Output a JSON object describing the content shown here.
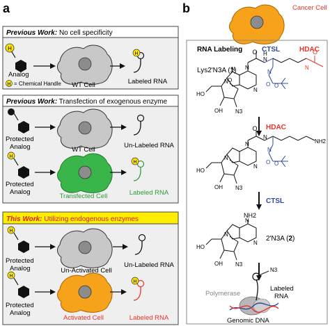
{
  "panel_a": {
    "letter": "a",
    "box1": {
      "heading_bold": "Previous Work:",
      "heading_rest": " No cell specificity",
      "analog_label": "Analog",
      "handle_legend_letter": "H",
      "handle_legend_text": "= Chemical Handle",
      "cell_label": "WT Cell",
      "rna_label": "Labeled RNA"
    },
    "box2": {
      "heading_bold": "Previous Work:",
      "heading_rest": " Transfection of exogenous enzyme",
      "row1_analog_line1": "Protected",
      "row1_analog_line2": "Analog",
      "row1_cell_label": "WT Cell",
      "row1_rna_label": "Un-Labeled RNA",
      "row2_analog_line1": "Protected",
      "row2_analog_line2": "Analog",
      "row2_cell_label": "Transfected Cell",
      "row2_rna_label": "Labeled RNA"
    },
    "box3": {
      "heading_bold": "This Work:",
      "heading_rest": " Utilizing endogenous enzymes",
      "row1_analog_line1": "Protected",
      "row1_analog_line2": "Analog",
      "row1_cell_label": "Un-Activated Cell",
      "row1_rna_label": "Un-Labeled RNA",
      "row2_analog_line1": "Protected",
      "row2_analog_line2": "Analog",
      "row2_cell_label": "Activated Cell",
      "row2_rna_label": "Labeled RNA"
    },
    "handle_letter": "H"
  },
  "panel_b": {
    "letter": "b",
    "cancer_cell_label": "Cancer Cell",
    "rna_labeling_title": "RNA Labeling",
    "ctsl_label": "CTSL",
    "hdac_label": "HDAC",
    "compound1_name": "Lys2'N3A (",
    "compound1_num": "1",
    "compound1_close": ")",
    "step1_enzyme": "HDAC",
    "step2_enzyme": "CTSL",
    "compound2_name": "2'N3A (",
    "compound2_num": "2",
    "compound2_close": ")",
    "nh2_label": "NH2",
    "polymerase_label": "Polymerase",
    "genomic_dna_label": "Genomic DNA",
    "labeled_rna_line1": "Labeled",
    "labeled_rna_line2": "RNA",
    "azide_label": "N3",
    "atom_N": "N",
    "atom_O": "O",
    "atom_H": "H",
    "atom_HO": "HO",
    "atom_OH": "OH",
    "atom_NH2": "NH2"
  },
  "colors": {
    "green_cell": "#3ab54a",
    "orange_cell": "#f7a21b",
    "gray_cell": "#c8c8c8",
    "handle_yellow": "#ffe600",
    "highlight_yellow": "#ffee00",
    "red": "#e8332a",
    "blue": "#2e4aa0",
    "box_bg": "#efefef"
  }
}
